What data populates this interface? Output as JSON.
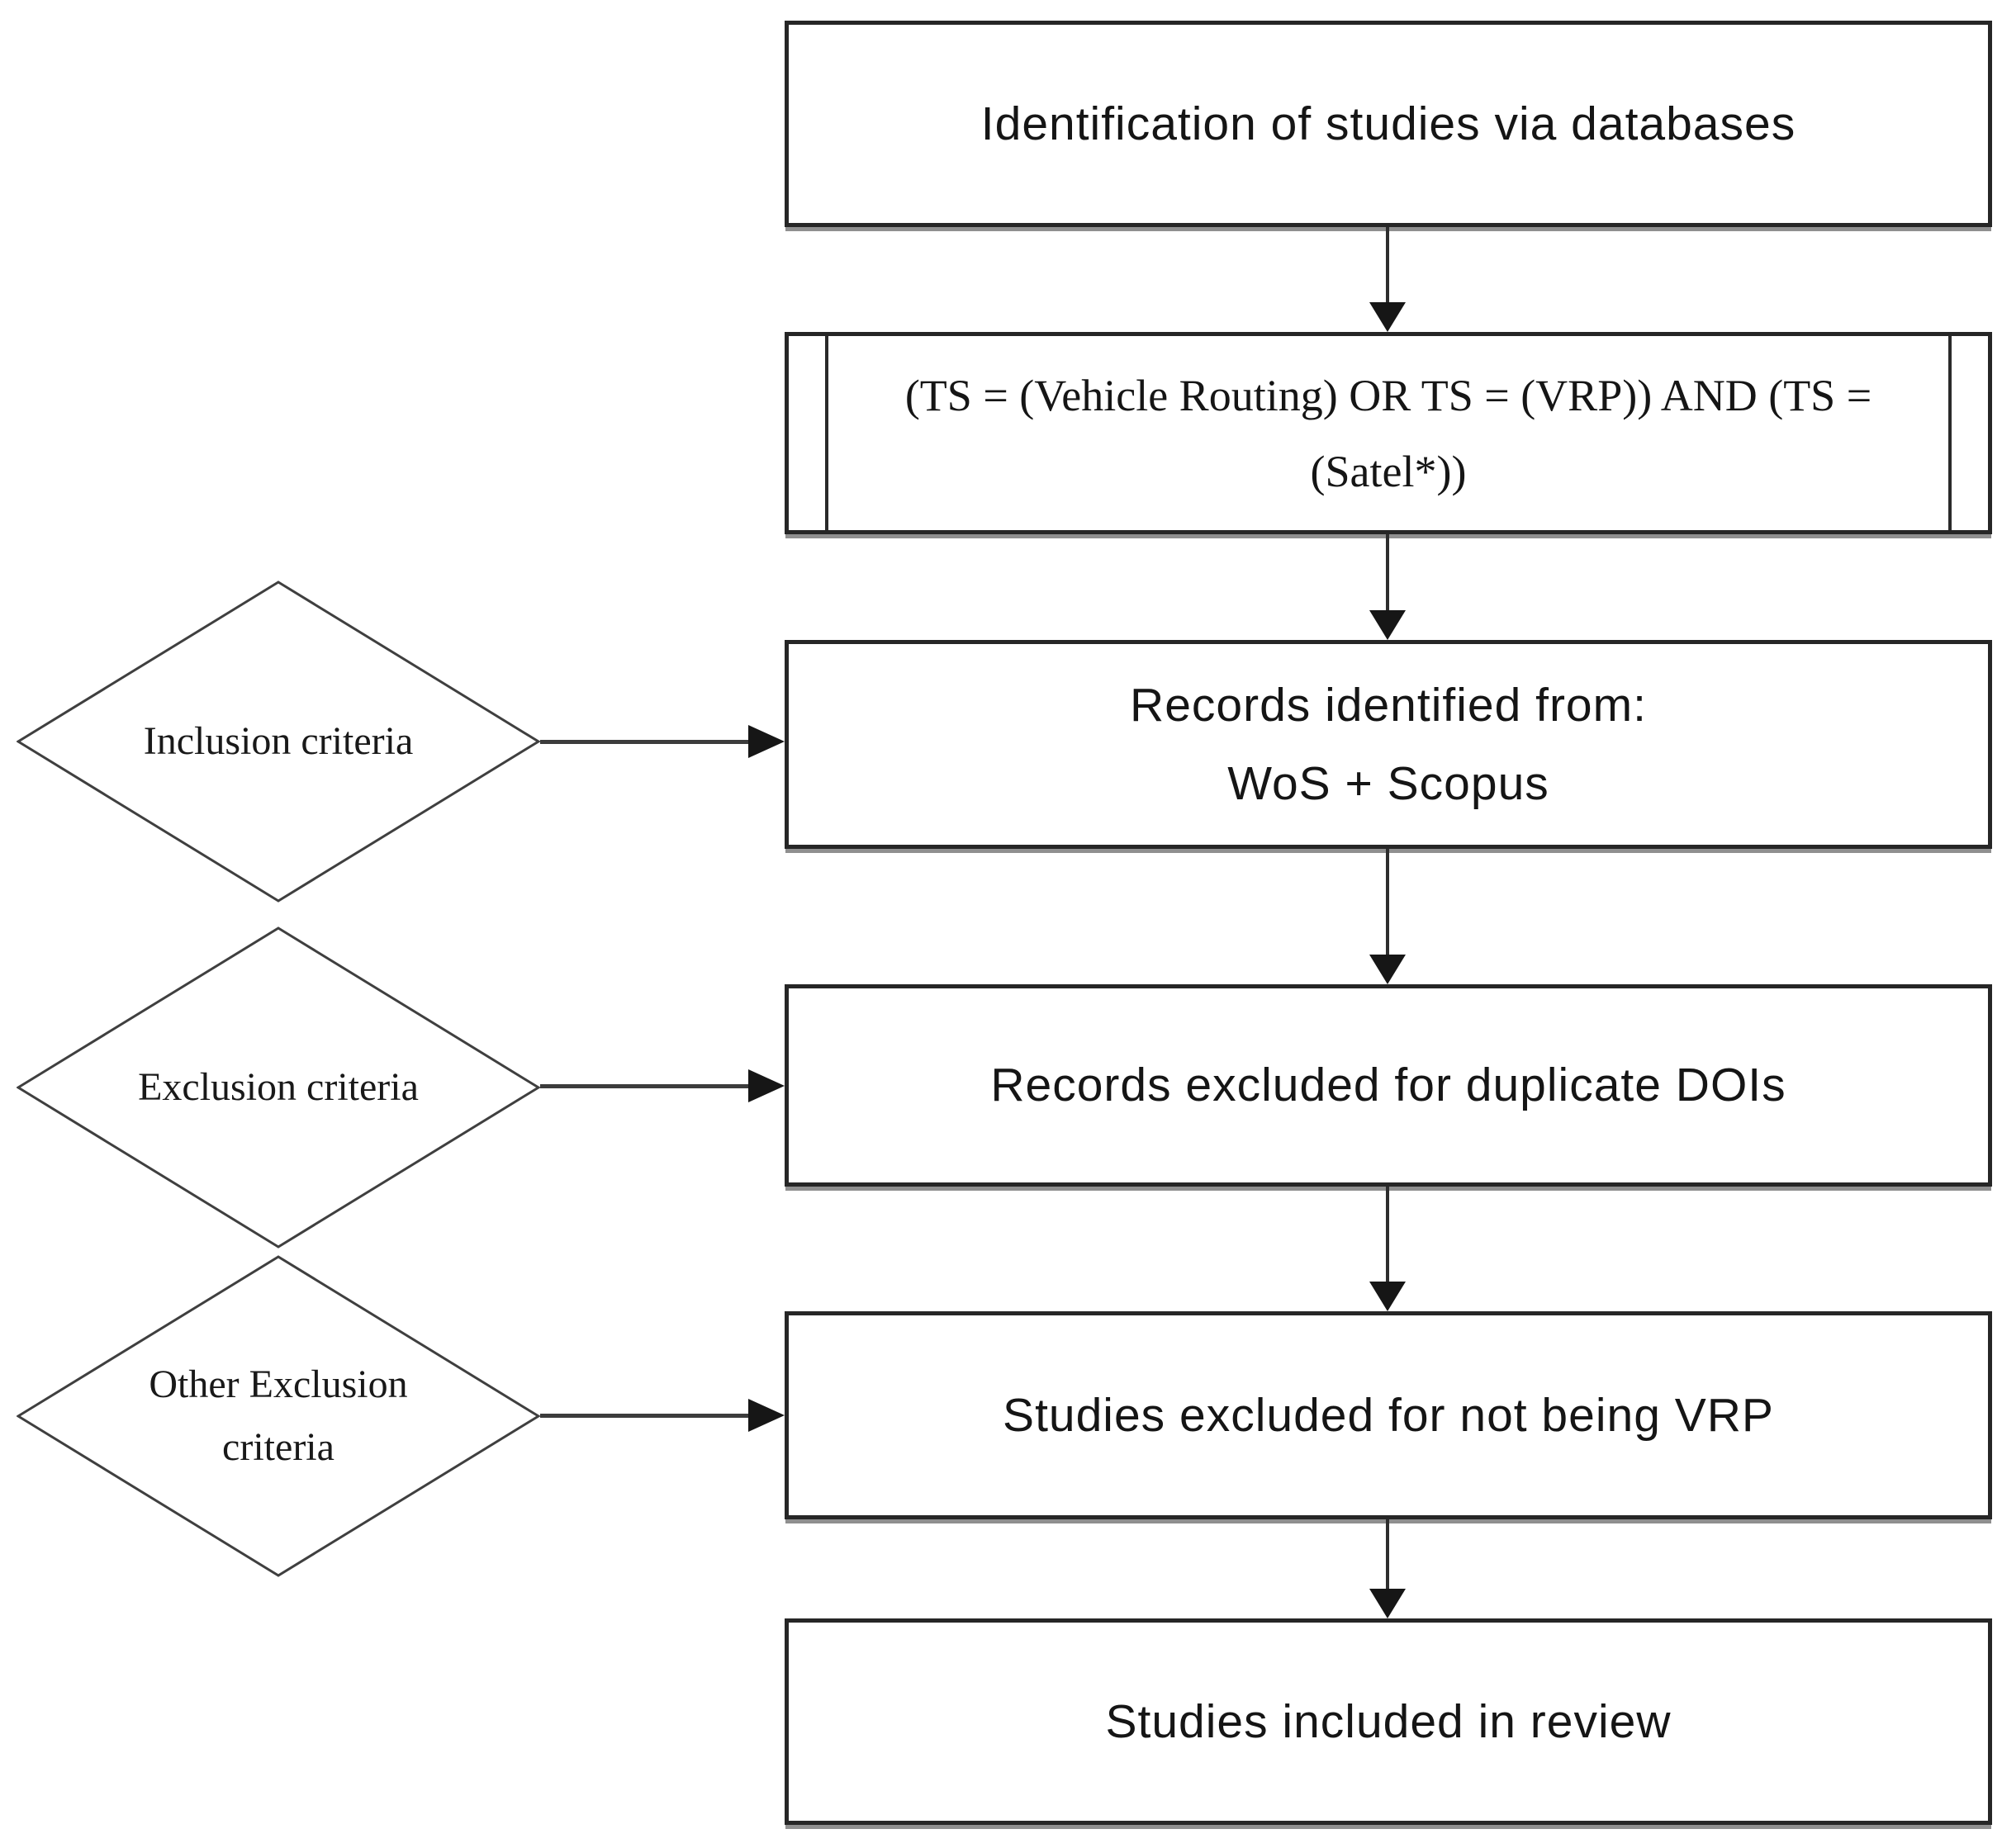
{
  "figure": {
    "type": "flowchart",
    "colors": {
      "background": "#ffffff",
      "box_border": "#262626",
      "box_shadow": "#8f8f8f",
      "line": "#2e2e2e",
      "arrowhead": "#161616",
      "text": "#151515"
    },
    "boxes": {
      "identification": {
        "line1": "Identification of studies via databases"
      },
      "query": {
        "line1": "(TS = (Vehicle Routing) OR TS = (VRP)) AND (TS =",
        "line2": "(Satel*))"
      },
      "records_identified": {
        "line1": "Records identified from:",
        "line2": "WoS + Scopus"
      },
      "records_excluded": {
        "line1": "Records excluded for duplicate DOIs"
      },
      "studies_excluded": {
        "line1": "Studies excluded for not being VRP"
      },
      "studies_included": {
        "line1": "Studies included in review"
      }
    },
    "diamonds": {
      "inclusion": {
        "line1": "Inclusion criteria"
      },
      "exclusion": {
        "line1": "Exclusion criteria"
      },
      "other_exclusion": {
        "line1": "Other Exclusion",
        "line2": "criteria"
      }
    }
  }
}
